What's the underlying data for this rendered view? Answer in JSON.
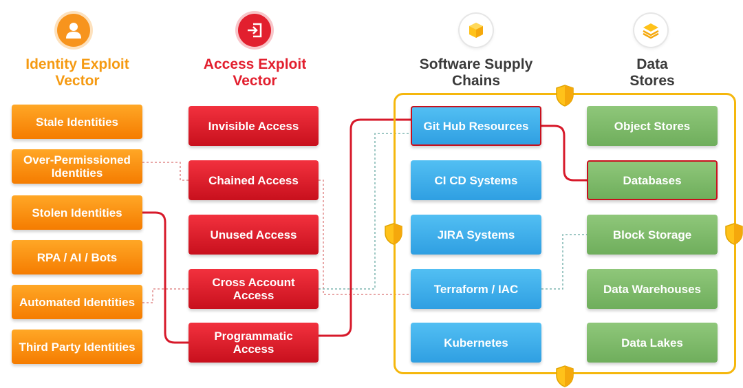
{
  "columns": {
    "identity": {
      "title_line1": "Identity Exploit",
      "title_line2": "Vector",
      "color": "#f59a12",
      "icon": "person-icon"
    },
    "access": {
      "title_line1": "Access Exploit",
      "title_line2": "Vector",
      "color": "#e21f2e",
      "icon": "sign-in-icon"
    },
    "supply": {
      "title_line1": "Software Supply",
      "title_line2": "Chains",
      "color": "#3a3a3a",
      "icon": "cube-icon"
    },
    "stores": {
      "title_line1": "Data",
      "title_line2": "Stores",
      "color": "#3a3a3a",
      "icon": "layers-icon"
    }
  },
  "identity_nodes": [
    {
      "id": "stale",
      "label": "Stale Identities"
    },
    {
      "id": "overperm",
      "label": "Over-Permissioned Identities"
    },
    {
      "id": "stolen",
      "label": "Stolen Identities"
    },
    {
      "id": "rpa",
      "label": "RPA / AI / Bots"
    },
    {
      "id": "automated",
      "label": "Automated Identities"
    },
    {
      "id": "thirdparty",
      "label": "Third Party Identities"
    }
  ],
  "access_nodes": [
    {
      "id": "invisible",
      "label": "Invisible Access"
    },
    {
      "id": "chained",
      "label": "Chained Access"
    },
    {
      "id": "unused",
      "label": "Unused Access"
    },
    {
      "id": "crossaccount",
      "label": "Cross Account Access"
    },
    {
      "id": "programmatic",
      "label": "Programmatic Access"
    }
  ],
  "supply_nodes": [
    {
      "id": "github",
      "label": "Git Hub Resources",
      "highlighted": true
    },
    {
      "id": "cicd",
      "label": "CI CD Systems"
    },
    {
      "id": "jira",
      "label": "JIRA Systems"
    },
    {
      "id": "terraform",
      "label": "Terraform / IAC"
    },
    {
      "id": "kubernetes",
      "label": "Kubernetes"
    }
  ],
  "store_nodes": [
    {
      "id": "objectstores",
      "label": "Object Stores"
    },
    {
      "id": "databases",
      "label": "Databases",
      "highlighted": true
    },
    {
      "id": "blockstorage",
      "label": "Block Storage"
    },
    {
      "id": "warehouses",
      "label": "Data Warehouses"
    },
    {
      "id": "datalakes",
      "label": "Data Lakes"
    }
  ],
  "colors": {
    "identity": "#f7941d",
    "access": "#e21f2e",
    "supply": "#3aa8ea",
    "stores": "#7dba68",
    "attack_path": "#d7192a",
    "dotted_path": "#e08a8a",
    "dotted_teal": "#7fb6b0",
    "boundary": "#f5b70d"
  }
}
